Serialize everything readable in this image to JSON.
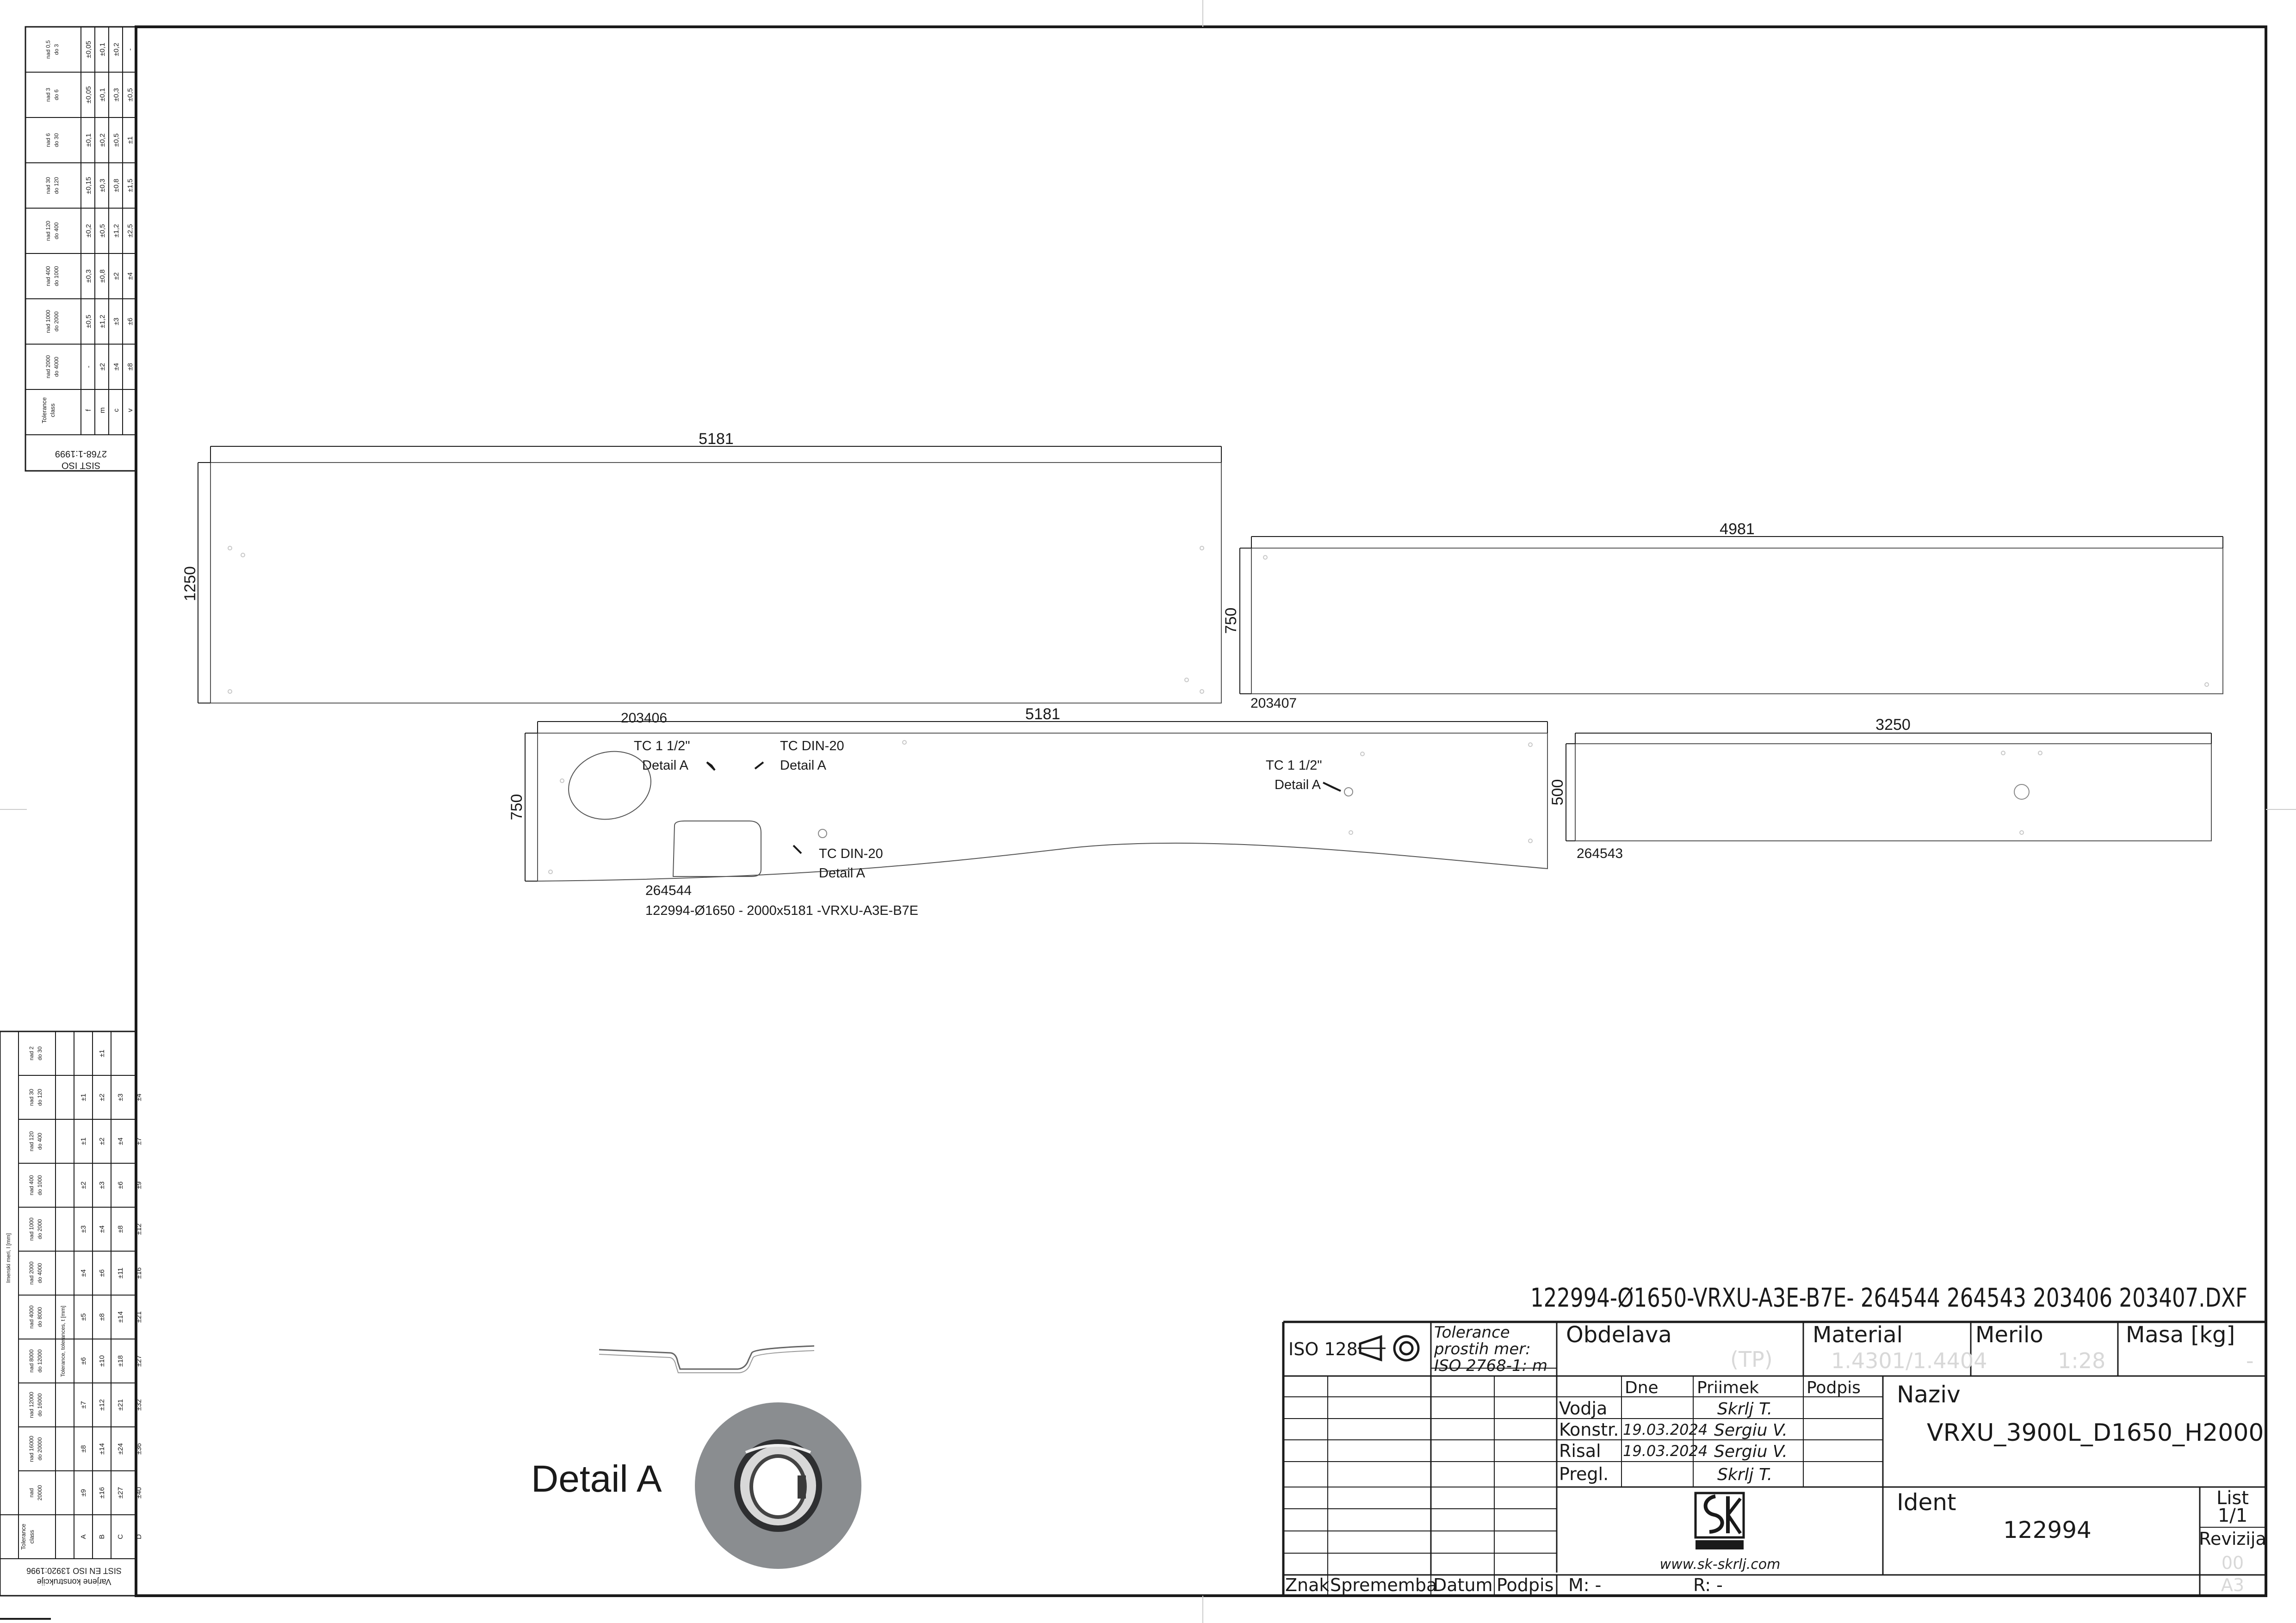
{
  "drawing": {
    "file_name": "122994-Ø1650-VRXU-A3E-B7E- 264544 264543 203406 203407.DXF",
    "caption": "122994-Ø1650 - 2000x5181 -VRXU-A3E-B7E",
    "detail_title": "Detail  A"
  },
  "parts": {
    "p1": {
      "width_dim": "5181",
      "height_dim": "1250"
    },
    "p2": {
      "width_dim": "4981",
      "height_dim": "750",
      "id": "203407"
    },
    "p3": {
      "id_top": "203406",
      "id_bottom": "264544",
      "width_dim": "5181",
      "height_dim": "750",
      "notes": [
        {
          "line1": "TC 1 1/2\"",
          "line2": "Detail A"
        },
        {
          "line1": "TC DIN-20",
          "line2": "Detail A"
        },
        {
          "line1": "TC 1 1/2\"",
          "line2": "Detail A"
        },
        {
          "line1": "TC DIN-20",
          "line2": "Detail A"
        }
      ]
    },
    "p4": {
      "width_dim": "3250",
      "height_dim": "500",
      "id": "264543"
    }
  },
  "title_block": {
    "iso": "ISO 128",
    "tolerance_line1": "Tolerance",
    "tolerance_line2": "prostih mer:",
    "tolerance_line3": "ISO 2768-1: m",
    "obdelava_label": "Obdelava",
    "obdelava_value": "(TP)",
    "material_label": "Material",
    "material_value": "1.4301/1.4404",
    "merilo_label": "Merilo",
    "merilo_value": "1:28",
    "masa_label": "Masa [kg]",
    "masa_value": "-",
    "col_dne": "Dne",
    "col_priimek": "Priimek",
    "col_podpis": "Podpis",
    "rows": [
      {
        "label": "Vodja",
        "date": "",
        "name": "Skrlj T."
      },
      {
        "label": "Konstr.",
        "date": "19.03.2024",
        "name": "Sergiu V."
      },
      {
        "label": "Risal",
        "date": "19.03.2024",
        "name": "Sergiu V."
      },
      {
        "label": "Pregl.",
        "date": "",
        "name": "Skrlj T."
      }
    ],
    "naziv_label": "Naziv",
    "naziv_value": "VRXU_3900L_D1650_H2000",
    "ident_label": "Ident",
    "ident_value": "122994",
    "list_label": "List",
    "list_value": "1/1",
    "revizija_label": "Revizija",
    "revizija_value": "00",
    "format_value": "A3",
    "website": "www.sk-skrlj.com",
    "znak": "Znak",
    "sprememba": "Sprememba",
    "datum": "Datum",
    "podpis": "Podpis",
    "m_label": "M: -",
    "r_label": "R: -"
  },
  "tolerance_top": {
    "caption_line1": "SIST ISO",
    "caption_line2": "2768-1:1999",
    "row_label": "Tolerance",
    "row_label2": "class",
    "classes": [
      "f",
      "m",
      "c",
      "v"
    ],
    "ranges": [
      {
        "l1": "nad 0,5",
        "l2": "do 3",
        "v": [
          "±0,05",
          "±0,1",
          "±0,2",
          "-"
        ]
      },
      {
        "l1": "nad 3",
        "l2": "do 6",
        "v": [
          "±0,05",
          "±0,1",
          "±0,3",
          "±0,5"
        ]
      },
      {
        "l1": "nad 6",
        "l2": "do 30",
        "v": [
          "±0,1",
          "±0,2",
          "±0,5",
          "±1"
        ]
      },
      {
        "l1": "nad 30",
        "l2": "do 120",
        "v": [
          "±0,15",
          "±0,3",
          "±0,8",
          "±1,5"
        ]
      },
      {
        "l1": "nad 120",
        "l2": "do 400",
        "v": [
          "±0,2",
          "±0,5",
          "±1,2",
          "±2,5"
        ]
      },
      {
        "l1": "nad 400",
        "l2": "do 1000",
        "v": [
          "±0,3",
          "±0,8",
          "±2",
          "±4"
        ]
      },
      {
        "l1": "nad 1000",
        "l2": "do 2000",
        "v": [
          "±0,5",
          "±1,2",
          "±3",
          "±6"
        ]
      },
      {
        "l1": "nad 2000",
        "l2": "do 4000",
        "v": [
          "-",
          "±2",
          "±4",
          "±8"
        ]
      }
    ]
  },
  "tolerance_bottom": {
    "caption_line1": "SIST EN ISO 13920:1996",
    "caption_line2": "Varjene konstrukcije",
    "row_label": "Tolerance",
    "row_label2": "class",
    "classes": [
      "A",
      "B",
      "C",
      "D"
    ],
    "side_label_1": "Tolerance, tolerances, t [mm]",
    "side_label_2": "Imenski meri, l [mm]",
    "ranges": [
      {
        "l1": "nad 2",
        "l2": "do 30",
        "v": [
          "",
          "±1",
          "",
          ""
        ]
      },
      {
        "l1": "nad 30",
        "l2": "do 120",
        "v": [
          "±1",
          "±2",
          "±3",
          "±4"
        ]
      },
      {
        "l1": "nad 120",
        "l2": "do 400",
        "v": [
          "±1",
          "±2",
          "±4",
          "±7"
        ]
      },
      {
        "l1": "nad 400",
        "l2": "do 1000",
        "v": [
          "±2",
          "±3",
          "±6",
          "±9"
        ]
      },
      {
        "l1": "nad 1000",
        "l2": "do 2000",
        "v": [
          "±3",
          "±4",
          "±8",
          "±12"
        ]
      },
      {
        "l1": "nad 2000",
        "l2": "do 4000",
        "v": [
          "±4",
          "±6",
          "±11",
          "±16"
        ]
      },
      {
        "l1": "nad 4000",
        "l2": "do 8000",
        "v": [
          "±5",
          "±8",
          "±14",
          "±21"
        ]
      },
      {
        "l1": "nad 8000",
        "l2": "do 12000",
        "v": [
          "±6",
          "±10",
          "±18",
          "±27"
        ]
      },
      {
        "l1": "nad 12000",
        "l2": "do 16000",
        "v": [
          "±7",
          "±12",
          "±21",
          "±32"
        ]
      },
      {
        "l1": "nad 16000",
        "l2": "do 20000",
        "v": [
          "±8",
          "±14",
          "±24",
          "±36"
        ]
      },
      {
        "l1": "nad",
        "l2": "20000",
        "v": [
          "±9",
          "±16",
          "±27",
          "±40"
        ]
      }
    ]
  },
  "colors": {
    "line": "#1a1a1a",
    "thin": "#555555",
    "faint": "#c8c8c8",
    "detail_fill": "#8a8d90"
  }
}
